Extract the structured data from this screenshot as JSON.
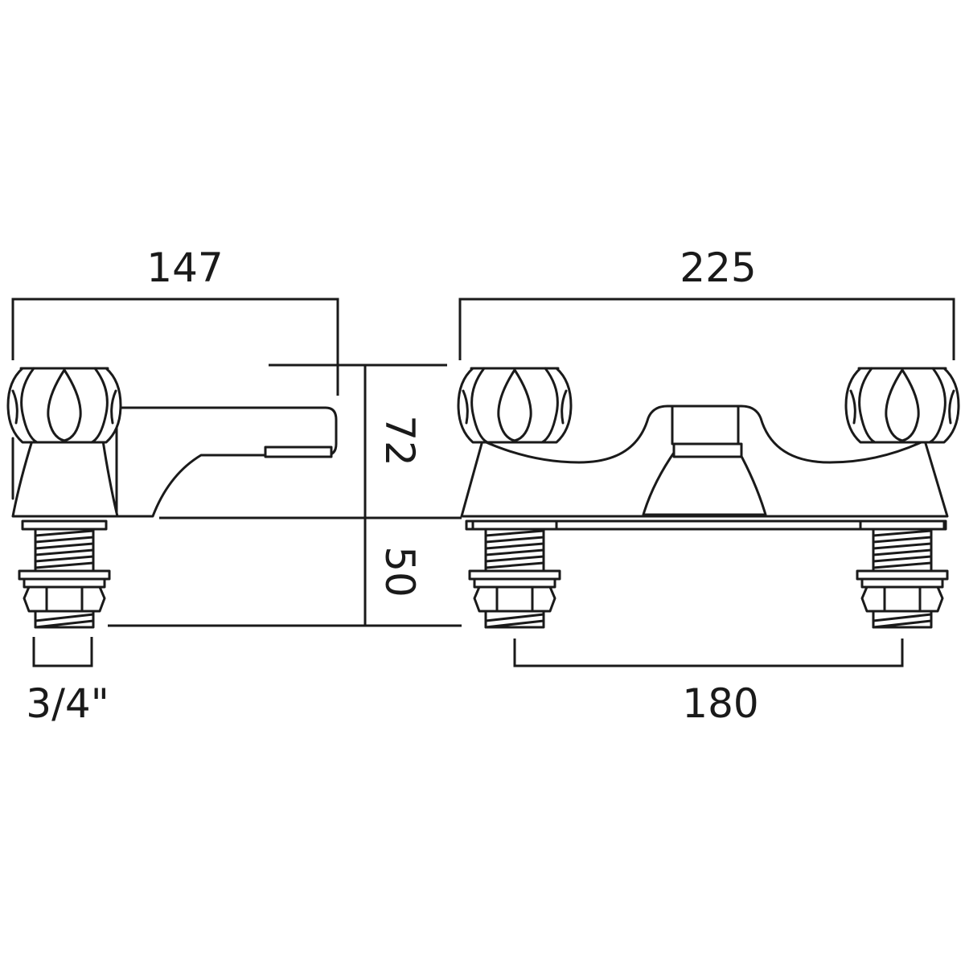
{
  "colors": {
    "line": "#1a1a1a",
    "background": "#ffffff"
  },
  "dimensions": {
    "side_width": "147",
    "front_width": "225",
    "body_height": "72",
    "tail_height": "50",
    "thread_size": "3/4\"",
    "centres": "180"
  }
}
